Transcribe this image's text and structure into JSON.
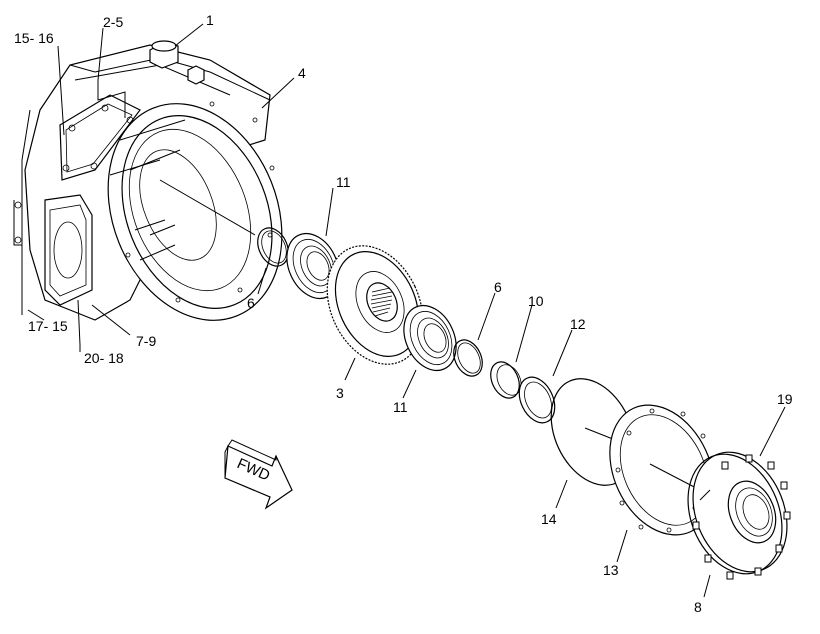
{
  "callouts": {
    "c1": "1",
    "c2_5": "2-5",
    "c15_16": "15- 16",
    "c4": "4",
    "c11_top": "11",
    "c6_left": "6",
    "c17_15": "17- 15",
    "c7_9": "7-9",
    "c20_18": "20- 18",
    "c3": "3",
    "c11_bottom": "11",
    "c6_right": "6",
    "c10": "10",
    "c12": "12",
    "c19": "19",
    "c14": "14",
    "c13": "13",
    "c8": "8"
  },
  "fwd_label": "FWD"
}
